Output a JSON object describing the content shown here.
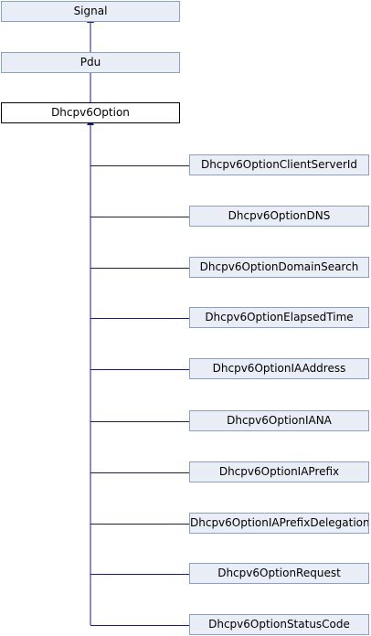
{
  "diagram": {
    "colors": {
      "node_fill": "#e8edf6",
      "node_border": "#8b9fc7",
      "current_fill": "#ffffff",
      "current_border": "#000000",
      "edge": "#1a1a8c"
    },
    "ancestors": [
      "Signal",
      "Pdu"
    ],
    "current": "Dhcpv6Option",
    "children": [
      "Dhcpv6OptionClientServerId",
      "Dhcpv6OptionDNS",
      "Dhcpv6OptionDomainSearch",
      "Dhcpv6OptionElapsedTime",
      "Dhcpv6OptionIAAddress",
      "Dhcpv6OptionIANA",
      "Dhcpv6OptionIAPrefix",
      "Dhcpv6OptionIAPrefixDelegation",
      "Dhcpv6OptionRequest",
      "Dhcpv6OptionStatusCode"
    ]
  }
}
